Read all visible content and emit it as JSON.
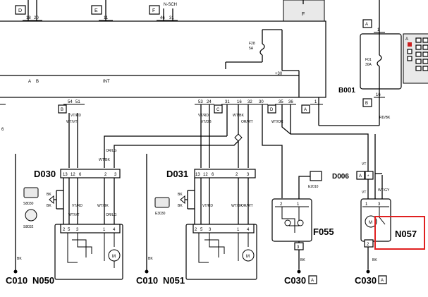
{
  "top_connectors": {
    "d": "D",
    "e": "E",
    "f": "F",
    "nsch": "N-SCH",
    "f_box": "F",
    "d_pins": [
      "18",
      "20"
    ],
    "e_pin": "11",
    "f_pins": [
      "46",
      "31"
    ]
  },
  "bus": {
    "label_a": "A",
    "label_b": "B",
    "label_int": "INT",
    "label_30": "+30",
    "fuse_f28": "F28",
    "fuse_f28_rating": "5A",
    "left_edge_label": "6",
    "pins": [
      "54",
      "51",
      "53",
      "24",
      "31",
      "16",
      "32",
      "30",
      "35",
      "36",
      "1"
    ],
    "connector_tags": [
      "B",
      "C",
      "D",
      "A"
    ]
  },
  "b001": {
    "id": "B001",
    "tag_top": "A",
    "tag_bottom": "B",
    "pin_top": "1",
    "pin_bottom": "16",
    "fuse": "F01",
    "fuse_rating": "30A",
    "out_wire": "RD/BK",
    "side_label": "A"
  },
  "wires": {
    "n050_left": "VT/RD",
    "n050_right": "WT/VT",
    "ct1": "OR/LG",
    "ct2": "WT/BK",
    "n051_left": "VT/RD",
    "n051_right": "VT/DB",
    "ct3": "WT/BK",
    "ct4": "OR/WT",
    "f055_in": "WT/OR",
    "d006_in": "VT",
    "d006_out": "VT",
    "n057_out": "WT/GY"
  },
  "d030": {
    "id": "D030",
    "pins": [
      "13",
      "12",
      "6",
      "2",
      "3"
    ],
    "sw1": "S8030",
    "sw2": "S8032",
    "bk": "BK",
    "w1": "VT/RD",
    "w2": "WT/VT",
    "w3": "WT/BK",
    "w4": "OR/LG"
  },
  "d031": {
    "id": "D031",
    "pins": [
      "13",
      "12",
      "6",
      "2",
      "3"
    ],
    "sw": "E3030",
    "bk": "BK",
    "w1": "VT/RD",
    "w2": "WT/BK",
    "w3": "OR/WT"
  },
  "n050": {
    "id": "N050",
    "pins": [
      "2",
      "5",
      "3",
      "1",
      "4"
    ],
    "motor": "M"
  },
  "n051": {
    "id": "N051",
    "pins": [
      "2",
      "5",
      "3",
      "1",
      "4"
    ],
    "motor": "M"
  },
  "f055": {
    "id": "F055",
    "e2010": "E2010",
    "pins": [
      "2",
      "1",
      "3"
    ],
    "bk": "BK"
  },
  "d006": {
    "id": "D006",
    "tag": "A",
    "pin": "*"
  },
  "n057": {
    "id": "N057",
    "pins": [
      "1",
      "3",
      "2"
    ],
    "motor": "M",
    "bk": "BK",
    "highlight": "#e02020"
  },
  "grounds": {
    "c010a": "C010",
    "c010b": "C010",
    "c030a": "C030",
    "c030b": "C030",
    "tag": "A",
    "bk": "BK"
  }
}
